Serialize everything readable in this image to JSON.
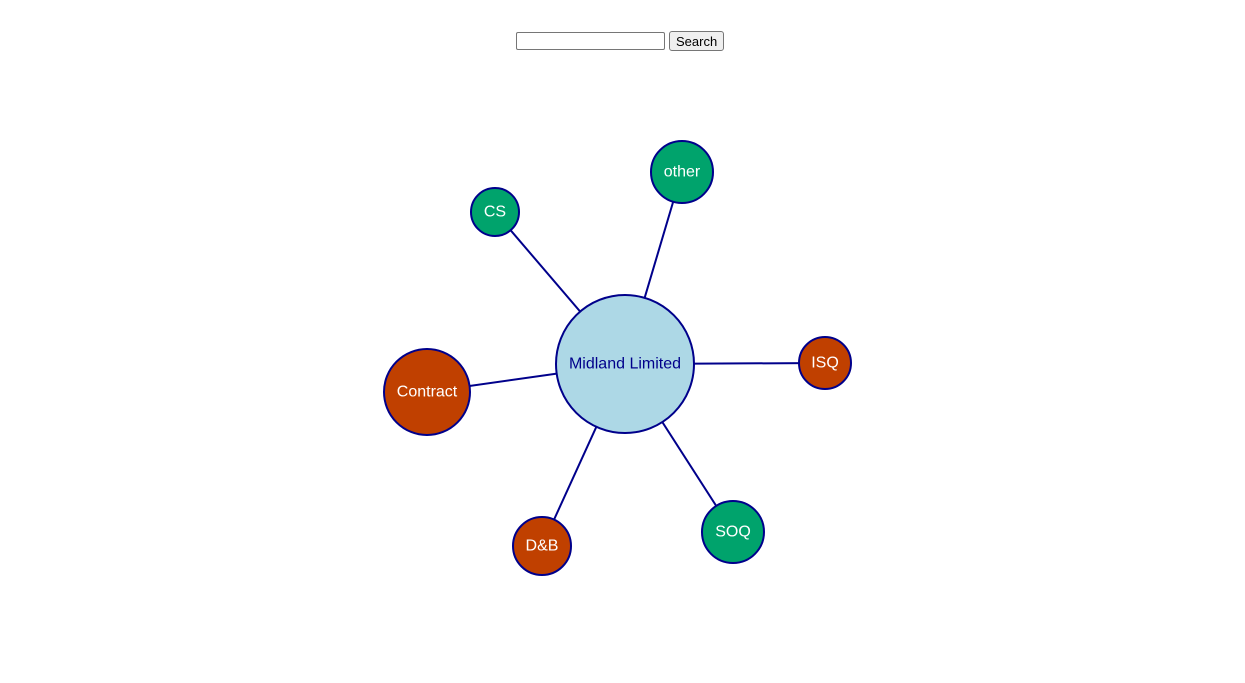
{
  "search": {
    "input_value": "",
    "button_label": "Search"
  },
  "colors": {
    "edge": "#00008b",
    "center_fill": "#add8e6",
    "center_text": "#00008b",
    "green": "#00a36c",
    "orange": "#c04000",
    "leaf_text": "#ffffff"
  },
  "graph": {
    "center": {
      "label": "Midland Limited"
    },
    "nodes": [
      {
        "label": "other",
        "color": "green"
      },
      {
        "label": "CS",
        "color": "green"
      },
      {
        "label": "ISQ",
        "color": "orange"
      },
      {
        "label": "Contract",
        "color": "orange"
      },
      {
        "label": "D&B",
        "color": "orange"
      },
      {
        "label": "SOQ",
        "color": "green"
      }
    ]
  }
}
